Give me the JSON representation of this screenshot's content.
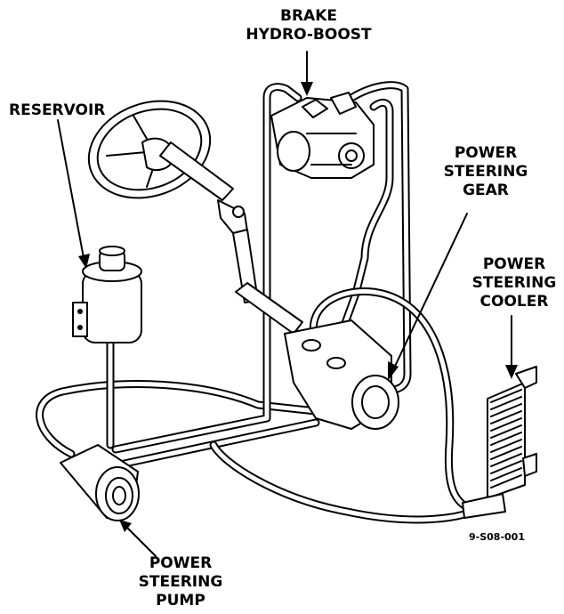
{
  "labels": {
    "brake_hydro_boost": [
      "BRAKE",
      "HYDRO-BOOST"
    ],
    "reservoir": [
      "RESERVOIR"
    ],
    "power_steering_gear": [
      "POWER",
      "STEERING",
      "GEAR"
    ],
    "power_steering_cooler": [
      "POWER",
      "STEERING",
      "COOLER"
    ],
    "power_steering_pump": [
      "POWER",
      "STEERING",
      "PUMP"
    ]
  },
  "figure_id": "9-S08-001"
}
